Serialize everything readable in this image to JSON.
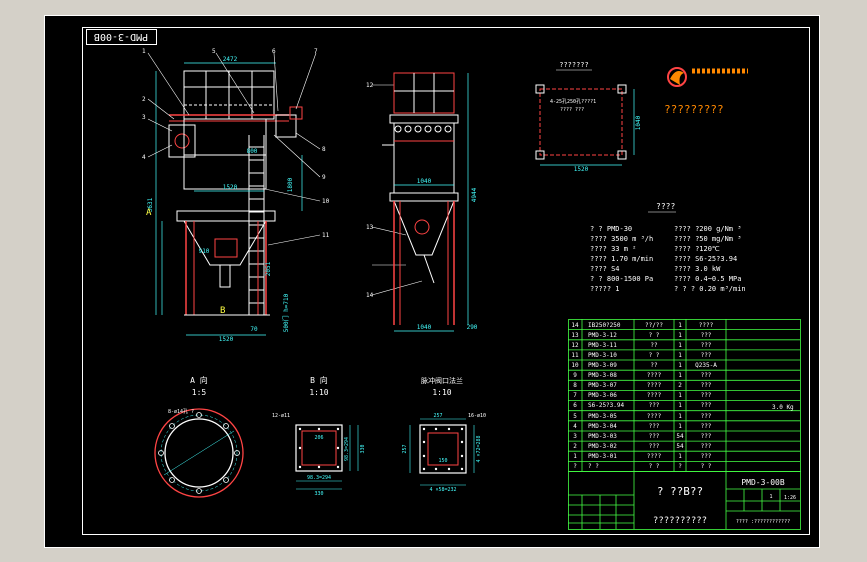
{
  "drawing": {
    "stamp_code": "PMD-3-00B",
    "title_code": "PMD-3-00B",
    "title_name": "? ??B??",
    "company": "??????????",
    "scale_ratio": "1:26",
    "sheet_number": "1",
    "footer_note": "???? :????????????",
    "weight_note": "3.0 Kg"
  },
  "views": {
    "view_a": {
      "label": "A 向",
      "scale": "1:5"
    },
    "view_b": {
      "label": "B 向",
      "scale": "1:10"
    },
    "view_c": {
      "label": "脉冲阀口法兰",
      "scale": "1:10"
    },
    "top_layout_title": "???????",
    "hole_note": "4-25孔250孔????1",
    "hole_note2": "???? ???",
    "logo_text": "?????????"
  },
  "dimensions": {
    "d2472": "2472",
    "d1520_mid": "1520",
    "d1520_bot": "1520",
    "d800": "800",
    "d1800": "1800",
    "d3631": "3631",
    "d2051": "2051",
    "d910": "910",
    "d70": "70",
    "d1040_a": "1040",
    "d1040_b": "1040",
    "d4944": "4944",
    "d290": "290",
    "d1520_top": "1520",
    "d1040_top": "1040",
    "d500": "500门 h=710",
    "a_holes": "8-ø14孔 ?",
    "b_holes": "12-ø11",
    "b_w": "206",
    "b_w2": "330",
    "b_h": "330",
    "b_h2": "98.3=294",
    "b_bot": "98.3=294",
    "c_holes": "16-ø10",
    "c_w": "257",
    "c_w2": "4 ×58=232",
    "c_h": "257",
    "c_h2": "4 ×72=288",
    "c_mid": "150"
  },
  "callouts": [
    "1",
    "2",
    "3",
    "4",
    "5",
    "6",
    "7",
    "8",
    "9",
    "10",
    "11",
    "12",
    "13",
    "14"
  ],
  "specs": {
    "title": "????",
    "rows": [
      {
        "left": "?     ?  PMD-30",
        "right": "????  ?200 g/Nm ³"
      },
      {
        "left": "????  3500 m ³/h",
        "right": "????  ?50  mg/Nm ³"
      },
      {
        "left": "????  33 m ²",
        "right": "????  ?120℃"
      },
      {
        "left": "????  1.70 m/min",
        "right": "????  S6-25?3.94"
      },
      {
        "left": "????  S4",
        "right": "????  3.0 kW"
      },
      {
        "left": "?     ?  800-1500 Pa",
        "right": "????  0.4~0.5 MPa"
      },
      {
        "left": "?????  1",
        "right": "? ? ?  0.20 m³/min"
      }
    ]
  },
  "bom": {
    "rows": [
      {
        "no": "14",
        "code": "IB250?250",
        "name": "??/??",
        "qty": "1",
        "mat": "????"
      },
      {
        "no": "13",
        "code": "PMD-3-12",
        "name": "? ?",
        "qty": "1",
        "mat": "???"
      },
      {
        "no": "12",
        "code": "PMD-3-11",
        "name": "??",
        "qty": "1",
        "mat": "???"
      },
      {
        "no": "11",
        "code": "PMD-3-10",
        "name": "? ?",
        "qty": "1",
        "mat": "???"
      },
      {
        "no": "10",
        "code": "PMD-3-09",
        "name": "??",
        "qty": "1",
        "mat": "Q235-A"
      },
      {
        "no": "9",
        "code": "PMD-3-08",
        "name": "????",
        "qty": "1",
        "mat": "???"
      },
      {
        "no": "8",
        "code": "PMD-3-07",
        "name": "????",
        "qty": "2",
        "mat": "???"
      },
      {
        "no": "7",
        "code": "PMD-3-06",
        "name": "????",
        "qty": "1",
        "mat": "???"
      },
      {
        "no": "6",
        "code": "S6-25?3.94",
        "name": "???",
        "qty": "1",
        "mat": "???"
      },
      {
        "no": "5",
        "code": "PMD-3-05",
        "name": "????",
        "qty": "1",
        "mat": "???"
      },
      {
        "no": "4",
        "code": "PMD-3-04",
        "name": "???",
        "qty": "1",
        "mat": "???"
      },
      {
        "no": "3",
        "code": "PMD-3-03",
        "name": "???",
        "qty": "54",
        "mat": "???"
      },
      {
        "no": "2",
        "code": "PMD-3-02",
        "name": "???",
        "qty": "54",
        "mat": "???"
      },
      {
        "no": "1",
        "code": "PMD-3-01",
        "name": "????",
        "qty": "1",
        "mat": "???"
      },
      {
        "no": "?",
        "code": "?    ?",
        "name": "? ?",
        "qty": "?",
        "mat": "? ?"
      }
    ]
  },
  "colors": {
    "background": "#000000",
    "frame": "#ffffff",
    "geometry": "#ff4444",
    "dimension": "#44ffff",
    "table": "#44ff44",
    "text": "#ffff44"
  }
}
